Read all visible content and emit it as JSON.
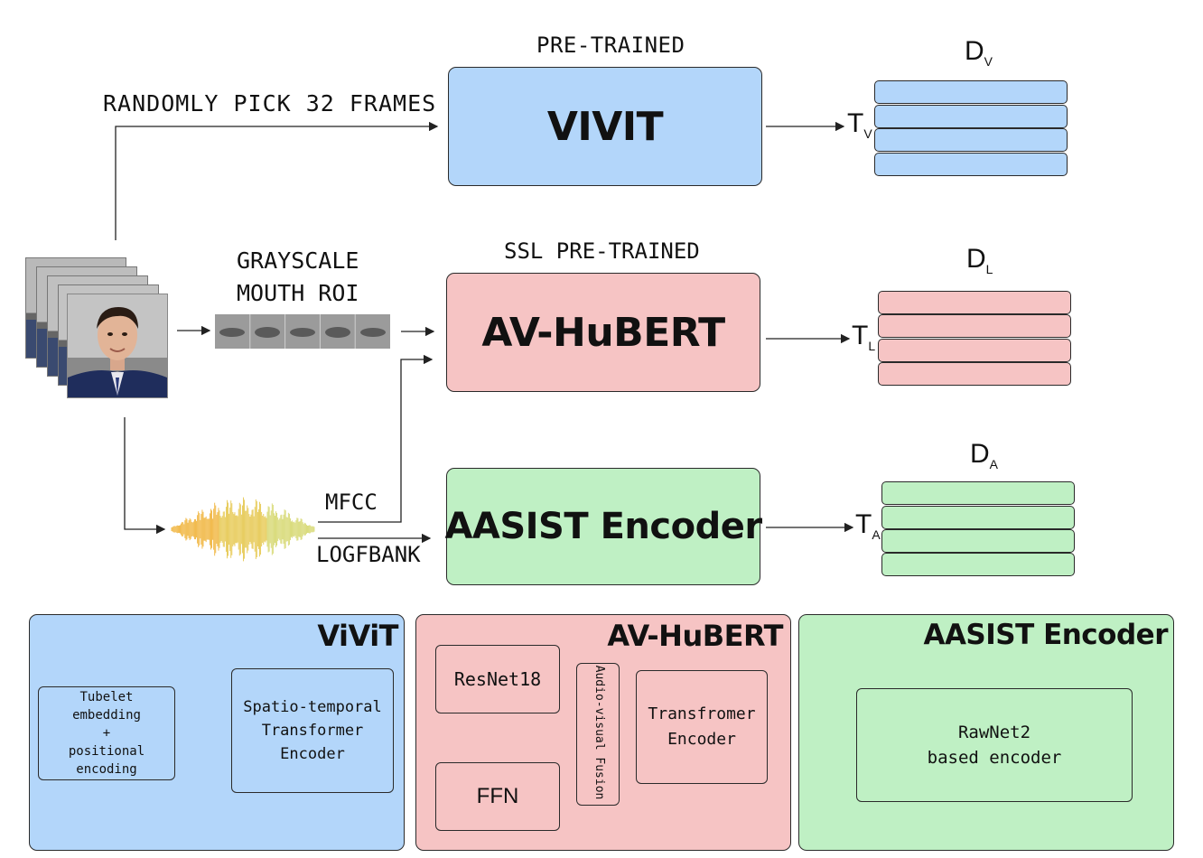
{
  "top": {
    "pick_label": "RANDOMLY PICK 32 FRAMES",
    "pretrained_label": "PRE-TRAINED",
    "vivit_label": "VIVIT",
    "dv_main": "D",
    "dv_sub": "V",
    "tv_main": "T",
    "tv_sub": "V"
  },
  "middle": {
    "grayscale_label": "GRAYSCALE",
    "mouth_roi_label": "MOUTH ROI",
    "ssl_label": "SSL PRE-TRAINED",
    "avhubert_label": "AV-HuBERT",
    "dl_main": "D",
    "dl_sub": "L",
    "tl_main": "T",
    "tl_sub": "L"
  },
  "bottom_row": {
    "mfcc_label": "MFCC",
    "logfbank_label": "LOGFBANK",
    "aasist_label": "AASIST Encoder",
    "da_main": "D",
    "da_sub": "A",
    "ta_main": "T",
    "ta_sub": "A"
  },
  "panels": {
    "vivit": {
      "title": "ViViT",
      "tubelet_lines": [
        "Tubelet",
        "embedding",
        "+",
        "positional",
        "encoding"
      ],
      "spatio_lines": [
        "Spatio-temporal",
        "Transformer",
        "Encoder"
      ]
    },
    "avhubert": {
      "title": "AV-HuBERT",
      "resnet": "ResNet18",
      "ffn": "FFN",
      "fusion": "Audio-visual Fusion",
      "transformer_lines": [
        "Transfromer",
        "Encoder"
      ]
    },
    "aasist": {
      "title": "AASIST Encoder",
      "rawnet_lines": [
        "RawNet2",
        "based encoder"
      ]
    }
  },
  "colors": {
    "blue": "#b3d6fa",
    "pink": "#f6c4c4",
    "green": "#bff0c4"
  }
}
